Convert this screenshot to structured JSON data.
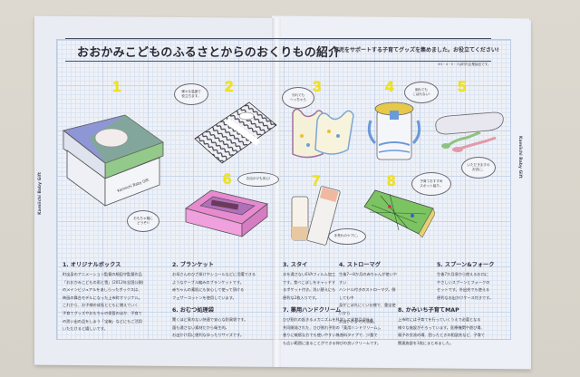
{
  "header": {
    "title": "おおかみこどものふるさとからのおくりもの紹介",
    "subtitle": "育児をサポートする子育てグッズを集めました。お役立てください!",
    "note": "※3・4・5・7は町内企業製品です。"
  },
  "side_label": "Kamiichi Baby Gift",
  "items": [
    {
      "number": "1",
      "name": "box",
      "bubble": "おもちゃ箱に\nどうぞ!!",
      "heading": "1. オリジナルボックス",
      "body": "町出身のアニメーション監督の細田守監督作品\n「おおかみこどもの雨と雪」(2012年全国公開)\nのメインビジュアルをあしらったボックスは、\n映画の舞台モデルになった上市町オリジナル。\nこれから、お子様の成長とともに増えていく\n子育てグッズやおもちゃの保管のほか、子育て\nの思い出の品をしまう「宝箱」などにもご活用\nいただけると嬉しいです。",
      "box_text": "Kamiichi Baby Gift"
    },
    {
      "number": "2",
      "name": "blanket",
      "bubble": "様々な温度で\n役立ちます。",
      "heading": "2. ブランケット",
      "body": "お母さんのひざ掛けやショールなどに活躍できる\nようなケーブル編みのブランケットです。\n赤ちゃんの素肌にも安心して使って頂ける\nフェザーコットンを使用しています。"
    },
    {
      "number": "3",
      "name": "bib",
      "bubble": "汚れても\nへっちゃら",
      "heading": "3. スタイ",
      "body": "水を通さないEVAフィルム加工\nです。食べこぼしをキャッチす\nるポケット付き。洗い替えにも\n便利な2枚入りです。"
    },
    {
      "number": "4",
      "name": "straw-mug",
      "bubble": "倒れても\nこぼれない!",
      "heading": "4. ストローマグ",
      "body": "生後7〜8か月の赤ちゃんが使いやすい\nハンドル付きのストローマグ。倒しても中\n身がこぼれにくい仕様で、重宝使いから\nお出かけまで大活躍。"
    },
    {
      "number": "5",
      "name": "spoon-fork",
      "bubble": "いただきますの\nお供に。",
      "heading": "5. スプーン&フォーク",
      "body": "生後7か月頃から使えるお口に\nやさしいスプーンとフォークの\nセットです。外出先でも使える\n便利なお出かけケース付きです。"
    },
    {
      "number": "6",
      "name": "diaper-bag",
      "bubble": "お出かけも安心!",
      "heading": "6. おむつ処理袋",
      "body": "驚くほど臭わない快適で安心な防臭袋です。\n菌も通さない素材だから衛生的。\nお出かけ用に便利なゆったりサイズです。"
    },
    {
      "number": "7",
      "name": "hand-cream",
      "bubble": "手荒れのケアに。",
      "heading": "7. 薬用ハンドクリーム",
      "body": "ひび割れの起きるメカニズムを科学して化粧品会社と\n共同開発された、ひび割れ予防の「薬用ハンドクリーム」。\n香りに敏感な方でも使いやすい無香料タイプで、少量で\nも広い範囲に塗ることができる伸びの良いクリームです。"
    },
    {
      "number": "8",
      "name": "map",
      "bubble": "子育ておすすめ\nスポット紹介。",
      "heading": "8. かみいち子育てMAP",
      "body": "上市町には子育てを行っていくうえで必要となる\n様々な施設がそろっています。医療機関や遊び場、\n親子の交流の場、困ったときの相談先など、子育て\n関連施設を1枚にまとめました。"
    }
  ],
  "colors": {
    "number_yellow": "#f0e21c",
    "grid_line": "#c9d6ea",
    "paper": "#e9ecf3",
    "text": "#3b3b45"
  }
}
